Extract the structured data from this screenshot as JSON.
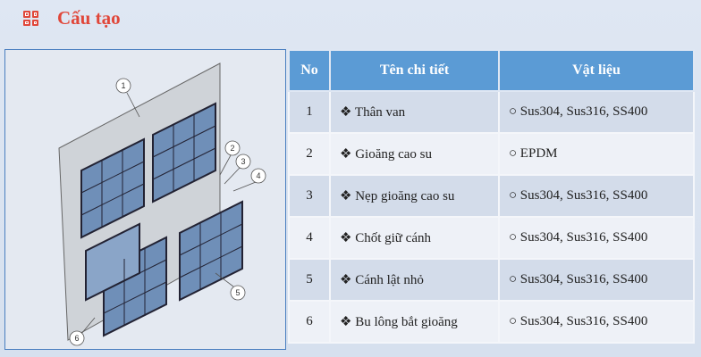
{
  "header": {
    "title": "Cấu tạo",
    "icon": "qr-code-icon"
  },
  "table": {
    "columns": [
      "No",
      "Tên chi tiết",
      "Vật liệu"
    ],
    "rows": [
      {
        "no": "1",
        "name": "❖ Thân van",
        "material": "○   Sus304, Sus316, SS400"
      },
      {
        "no": "2",
        "name": "❖ Gioăng cao su",
        "material": "○   EPDM"
      },
      {
        "no": "3",
        "name": "❖ Nẹp gioăng cao su",
        "material": "○   Sus304, Sus316, SS400"
      },
      {
        "no": "4",
        "name": "❖ Chốt giữ cánh",
        "material": "○   Sus304, Sus316, SS400"
      },
      {
        "no": "5",
        "name": "❖ Cánh lật nhỏ",
        "material": "○   Sus304, Sus316, SS400"
      },
      {
        "no": "6",
        "name": "❖ Bu lông bắt gioăng",
        "material": "○   Sus304, Sus316, SS400"
      }
    ]
  },
  "diagram": {
    "callouts": [
      "1",
      "2",
      "3",
      "4",
      "5",
      "6"
    ]
  }
}
